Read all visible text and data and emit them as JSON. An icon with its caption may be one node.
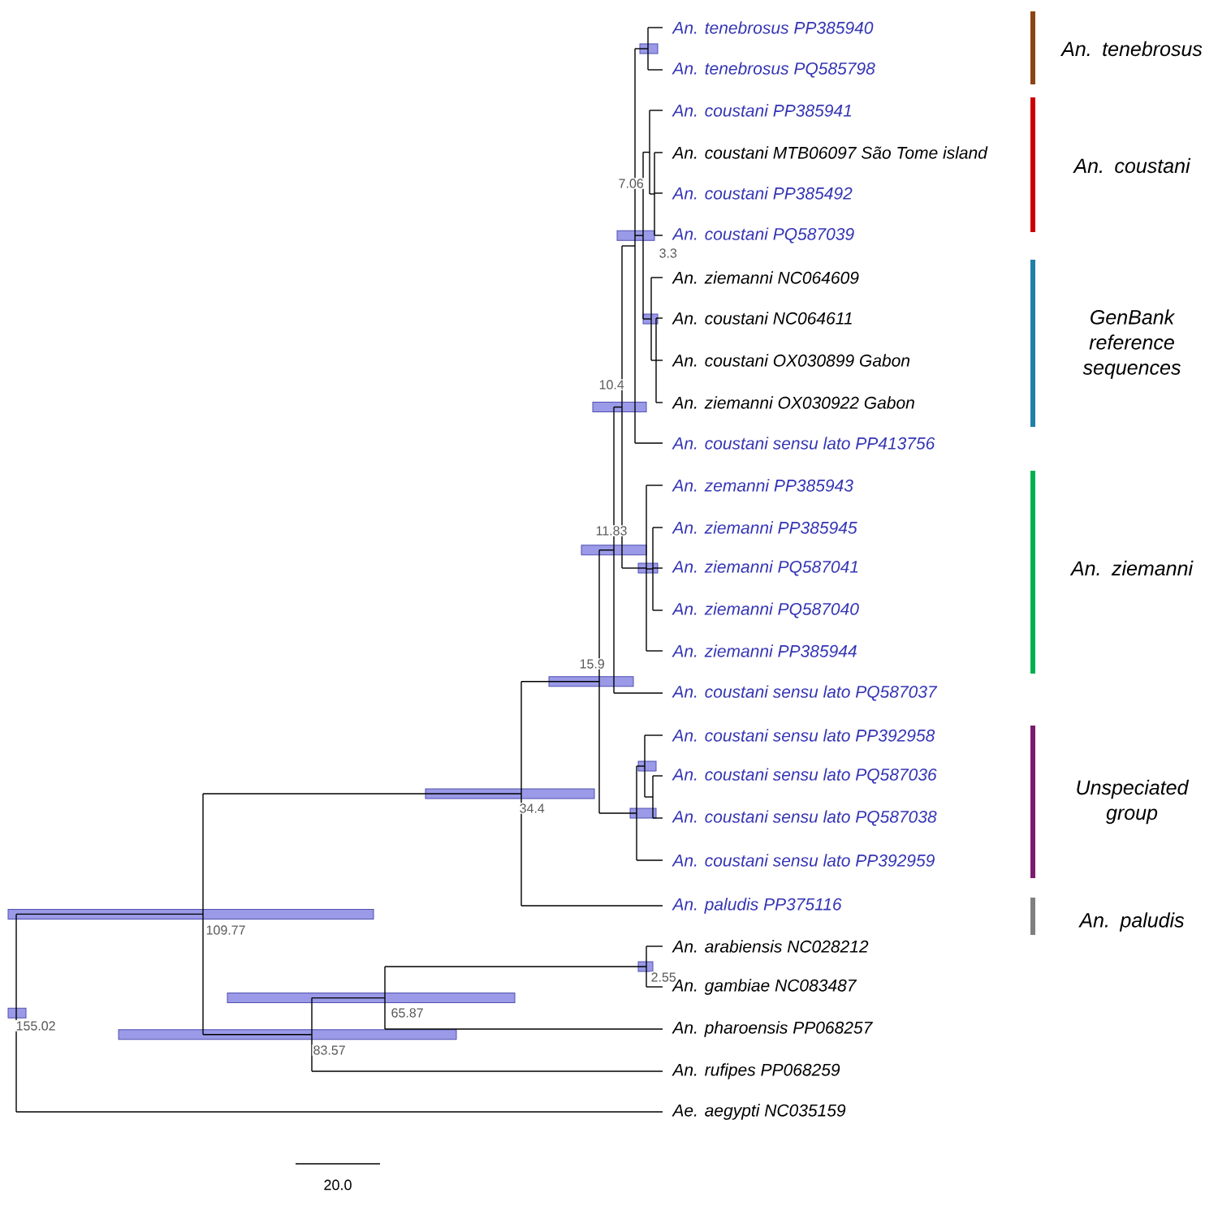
{
  "diagram": {
    "labels": [
      "An. tenebrosus PP385940",
      "An. tenebrosus PQ585798",
      "An. coustani PP385941",
      "An. coustani MTB06097 São Tome island",
      "An. coustani PP385492",
      "An. coustani PQ587039",
      "An. ziemanni NC064609",
      "An. coustani NC064611",
      "An. coustani OX030899 Gabon",
      "An. ziemanni OX030922 Gabon",
      "An. coustani sensu lato PP413756",
      "An. zemanni PP385943",
      "An. ziemanni PP385945",
      "An. ziemanni PQ587041",
      "An. ziemanni PQ587040",
      "An. ziemanni PP385944",
      "An. coustani sensu lato PQ587037",
      "An. coustani sensu lato PP392958",
      "An. coustani sensu lato PQ587036",
      "An. coustani sensu lato PQ587038",
      "An. coustani sensu lato PP392959",
      "An. paludis PP375116",
      "An. arabiensis NC028212",
      "An. gambiae NC083487",
      "An. pharoensis PP068257",
      "An. rufipes PP068259",
      "Ae. aegypti NC035159",
      "An. tenebrosus",
      "An. coustani",
      "GenBank reference sequences",
      "An. ziemanni",
      "Unspeciated group",
      "An. paludis",
      "7.06",
      "3.3",
      "10.4",
      "11.83",
      "15.9",
      "34.4",
      "109.77",
      "155.02",
      "2.55",
      "65.87",
      "83.57",
      "20.0"
    ]
  }
}
